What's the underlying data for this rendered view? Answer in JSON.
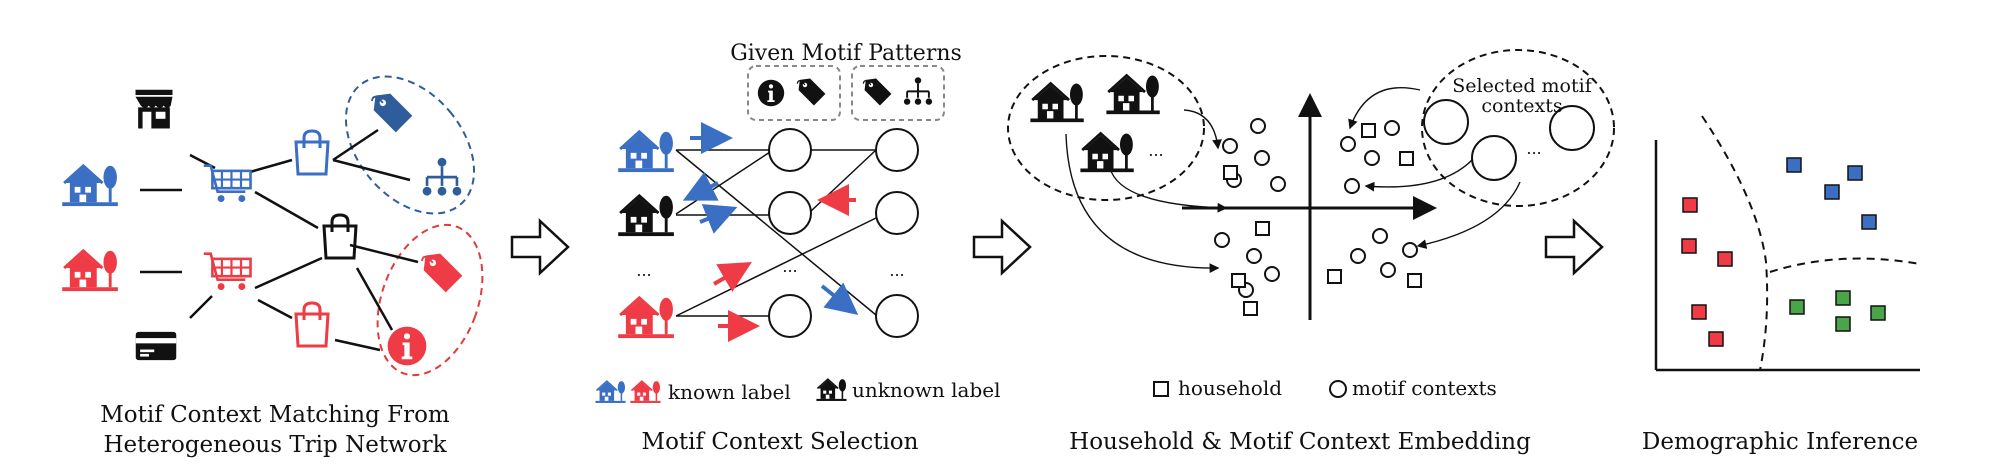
{
  "colors": {
    "blue": "#3b6fc4",
    "red": "#ee3b45",
    "black": "#111111",
    "green": "#4aa548",
    "dash_blue": "#2f5d9c",
    "dash_red": "#e23b3b",
    "gray_dash": "#888888"
  },
  "panel1": {
    "caption_line1": "Motif Context Matching From",
    "caption_line2": "Heterogeneous Trip Network"
  },
  "panel2": {
    "title": "Given Motif Patterns",
    "ellipsis": "...",
    "legend_known": "known label",
    "legend_unknown": "unknown label",
    "caption": "Motif Context Selection"
  },
  "panel3": {
    "selected_line1": "Selected motif",
    "selected_line2": "contexts",
    "ellipsis": "...",
    "legend_household": "household",
    "legend_motif": "motif contexts",
    "caption": "Household &  Motif Context Embedding"
  },
  "panel4": {
    "caption": "Demographic Inference"
  },
  "icons": {
    "house": "house-tree-icon",
    "store": "store-icon",
    "cart": "shopping-cart-icon",
    "bag": "shopping-bag-icon",
    "tag": "price-tag-icon",
    "org": "org-chart-icon",
    "info": "info-circle-icon",
    "card": "credit-card-icon",
    "arrow": "flow-arrow-icon"
  }
}
